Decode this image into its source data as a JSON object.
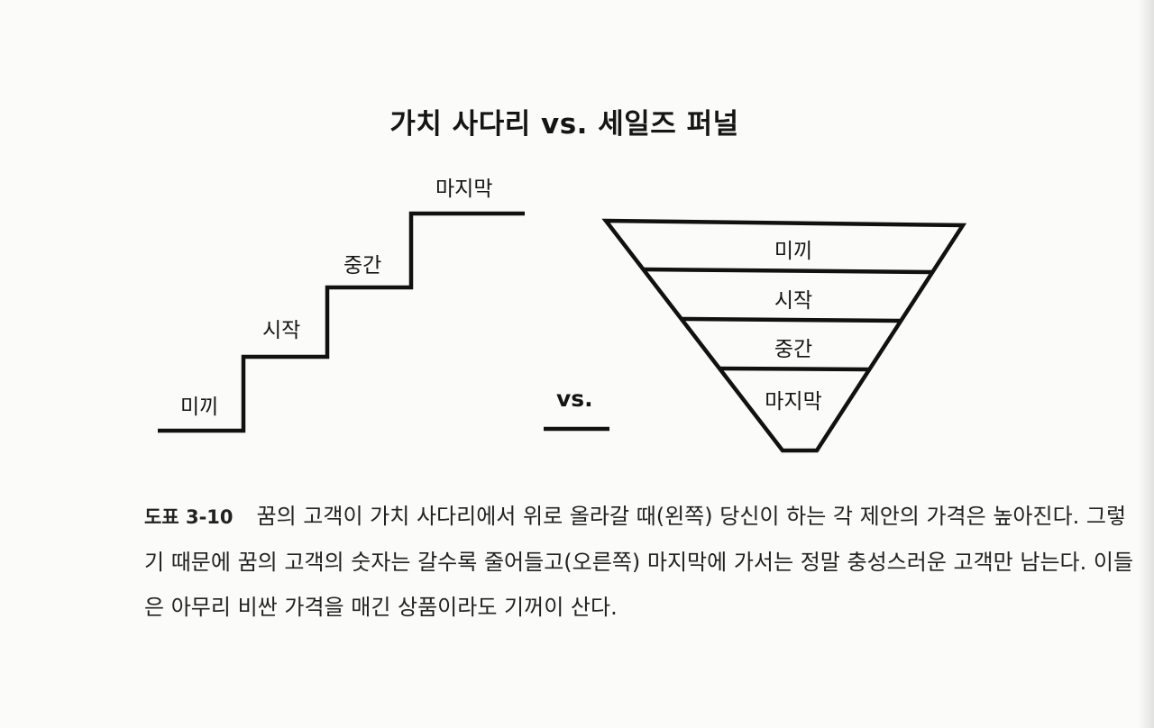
{
  "figure": {
    "title": "가치 사다리 vs. 세일즈 퍼널",
    "vs": "vs.",
    "ladder_steps": [
      "미끼",
      "시작",
      "중간",
      "마지막"
    ],
    "funnel_levels": [
      "미끼",
      "시작",
      "중간",
      "마지막"
    ]
  },
  "caption": {
    "label": "도표 3-10",
    "text": "꿈의 고객이 가치 사다리에서 위로 올라갈 때(왼쪽) 당신이 하는 각 제안의 가격은 높아진다. 그렇기 때문에 꿈의 고객의 숫자는 갈수록 줄어들고(오른쪽) 마지막에 가서는 정말 충성스러운 고객만 남는다. 이들은 아무리 비싼 가격을 매긴 상품이라도 기꺼이 산다."
  }
}
